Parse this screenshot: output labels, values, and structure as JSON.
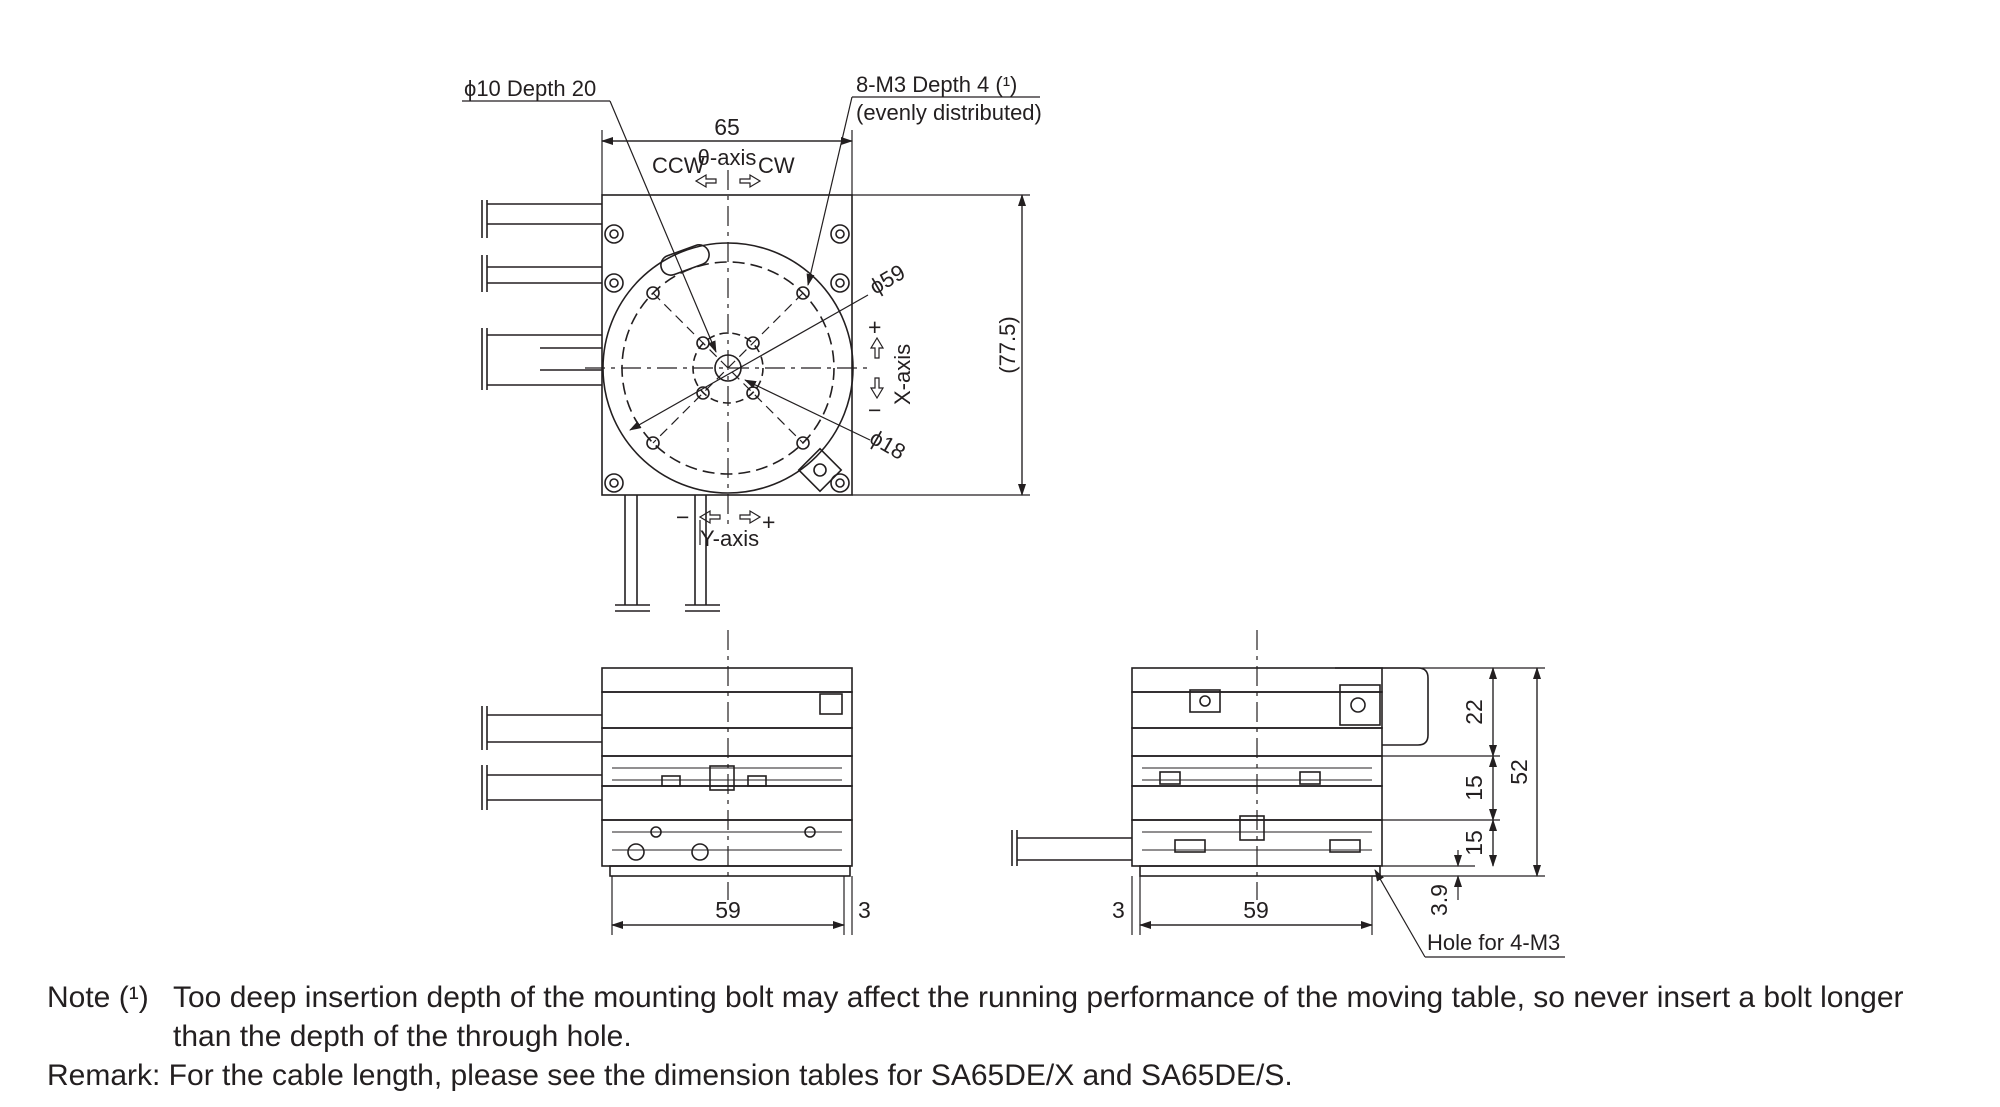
{
  "top_view": {
    "callout_bore": "ϕ10 Depth 20",
    "callout_holes": "8-M3 Depth 4 (¹)",
    "callout_holes_sub": "(evenly distributed)",
    "dim_width": "65",
    "theta_axis": "θ-axis",
    "ccw": "CCW",
    "cw": "CW",
    "dia_outer": "ϕ59",
    "dia_inner": "ϕ18",
    "x_axis": "X-axis",
    "x_plus": "+",
    "x_minus": "−",
    "y_axis": "Y-axis",
    "y_plus": "+",
    "y_minus": "−",
    "dim_height": "(77.5)"
  },
  "front_view": {
    "dim_width": "59",
    "dim_offset": "3"
  },
  "side_view": {
    "dim_offset": "3",
    "dim_width": "59",
    "dim_top": "22",
    "dim_mid": "15",
    "dim_low": "15",
    "dim_total": "52",
    "dim_base": "3.9",
    "hole_callout": "Hole for 4-M3"
  },
  "notes": {
    "note_label": "Note",
    "note_sup": "(¹)",
    "note_line1": "Too deep insertion depth of the mounting bolt may affect the running performance of the moving table, so never insert a bolt longer",
    "note_line2": "than the depth of the through hole.",
    "remark": "Remark: For the cable length, please see the dimension tables for SA65DE/X and SA65DE/S."
  },
  "colors": {
    "line": "#231f20",
    "background": "#ffffff"
  }
}
